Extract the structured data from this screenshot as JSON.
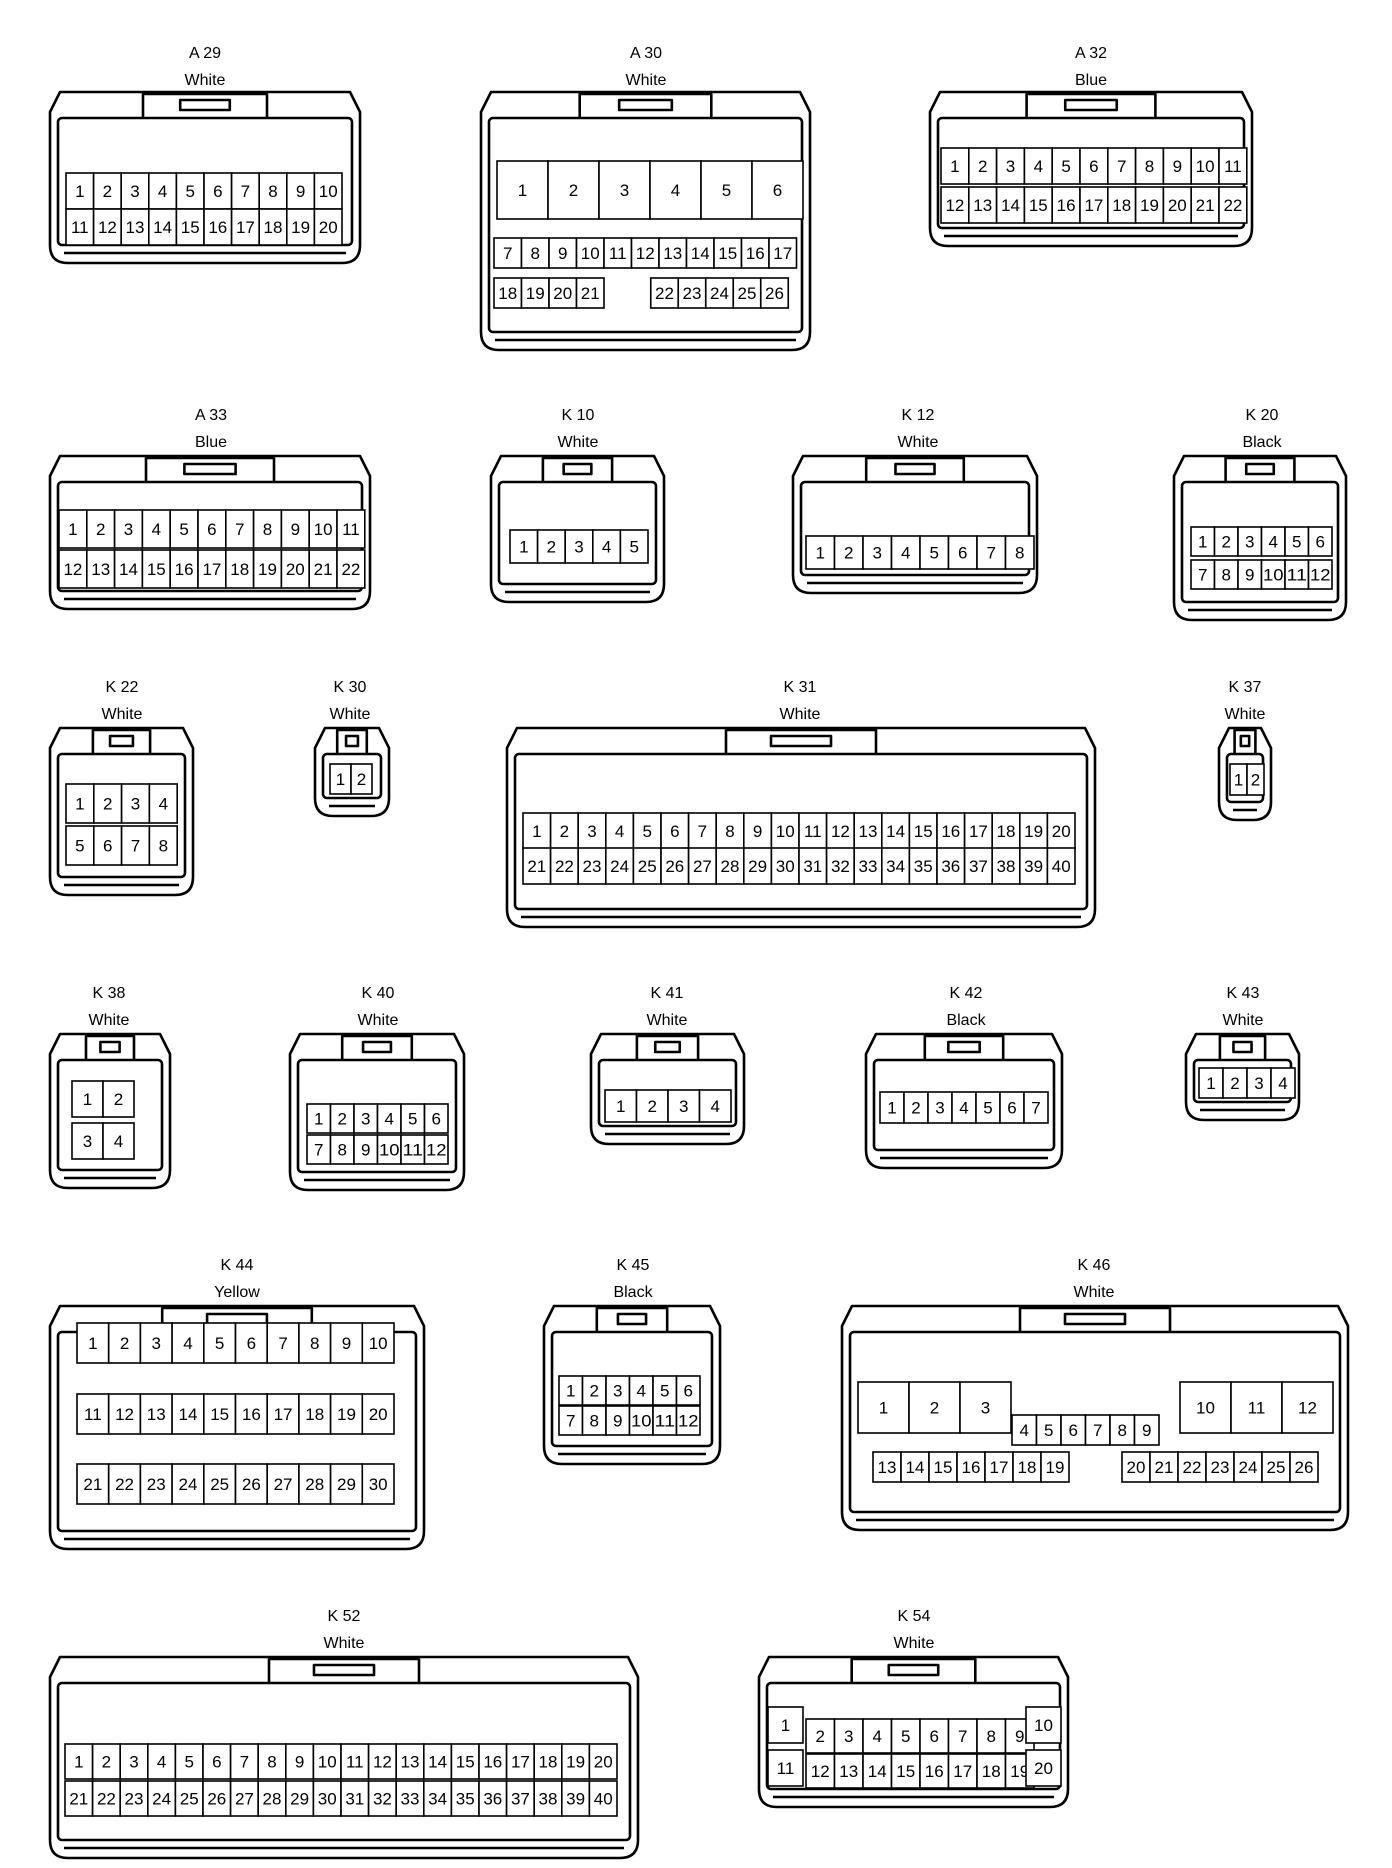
{
  "connectors": [
    {
      "id": "A 29",
      "color": "White",
      "pin_rows": [
        [
          1,
          2,
          3,
          4,
          5,
          6,
          7,
          8,
          9,
          10
        ],
        [
          11,
          12,
          13,
          14,
          15,
          16,
          17,
          18,
          19,
          20
        ]
      ]
    },
    {
      "id": "A 30",
      "color": "White",
      "pin_rows": [
        [
          1,
          2,
          3,
          4,
          5,
          6
        ],
        [
          7,
          8,
          9,
          10,
          11,
          12,
          13,
          14,
          15,
          16,
          17
        ],
        [
          18,
          19,
          20,
          21,
          22,
          23,
          24,
          25,
          26
        ]
      ]
    },
    {
      "id": "A 32",
      "color": "Blue",
      "pin_rows": [
        [
          1,
          2,
          3,
          4,
          5,
          6,
          7,
          8,
          9,
          10,
          11
        ],
        [
          12,
          13,
          14,
          15,
          16,
          17,
          18,
          19,
          20,
          21,
          22
        ]
      ]
    },
    {
      "id": "A 33",
      "color": "Blue",
      "pin_rows": [
        [
          1,
          2,
          3,
          4,
          5,
          6,
          7,
          8,
          9,
          10,
          11
        ],
        [
          12,
          13,
          14,
          15,
          16,
          17,
          18,
          19,
          20,
          21,
          22
        ]
      ]
    },
    {
      "id": "K 10",
      "color": "White",
      "pin_rows": [
        [
          1,
          2,
          3,
          4,
          5
        ]
      ]
    },
    {
      "id": "K 12",
      "color": "White",
      "pin_rows": [
        [
          1,
          2,
          3,
          4,
          5,
          6,
          7,
          8
        ]
      ]
    },
    {
      "id": "K 20",
      "color": "Black",
      "pin_rows": [
        [
          1,
          2,
          3,
          4,
          5,
          6
        ],
        [
          7,
          8,
          9,
          10,
          11,
          12
        ]
      ]
    },
    {
      "id": "K 22",
      "color": "White",
      "pin_rows": [
        [
          1,
          2,
          3,
          4
        ],
        [
          5,
          6,
          7,
          8
        ]
      ]
    },
    {
      "id": "K 30",
      "color": "White",
      "pin_rows": [
        [
          1,
          2
        ]
      ]
    },
    {
      "id": "K 31",
      "color": "White",
      "pin_rows": [
        [
          1,
          2,
          3,
          4,
          5,
          6,
          7,
          8,
          9,
          10,
          11,
          12,
          13,
          14,
          15,
          16,
          17,
          18,
          19,
          20
        ],
        [
          21,
          22,
          23,
          24,
          25,
          26,
          27,
          28,
          29,
          30,
          31,
          32,
          33,
          34,
          35,
          36,
          37,
          38,
          39,
          40
        ]
      ]
    },
    {
      "id": "K 37",
      "color": "White",
      "pin_rows": [
        [
          1,
          2
        ]
      ]
    },
    {
      "id": "K 38",
      "color": "White",
      "pin_rows": [
        [
          1,
          2
        ],
        [
          3,
          4
        ]
      ]
    },
    {
      "id": "K 40",
      "color": "White",
      "pin_rows": [
        [
          1,
          2,
          3,
          4,
          5,
          6
        ],
        [
          7,
          8,
          9,
          10,
          11,
          12
        ]
      ]
    },
    {
      "id": "K 41",
      "color": "White",
      "pin_rows": [
        [
          1,
          2,
          3,
          4
        ]
      ]
    },
    {
      "id": "K 42",
      "color": "Black",
      "pin_rows": [
        [
          1,
          2,
          3,
          4,
          5,
          6,
          7
        ]
      ]
    },
    {
      "id": "K 43",
      "color": "White",
      "pin_rows": [
        [
          1,
          2,
          3,
          4
        ]
      ]
    },
    {
      "id": "K 44",
      "color": "Yellow",
      "pin_rows": [
        [
          1,
          2,
          3,
          4,
          5,
          6,
          7,
          8,
          9,
          10
        ],
        [
          11,
          12,
          13,
          14,
          15,
          16,
          17,
          18,
          19,
          20
        ],
        [
          21,
          22,
          23,
          24,
          25,
          26,
          27,
          28,
          29,
          30
        ]
      ]
    },
    {
      "id": "K 45",
      "color": "Black",
      "pin_rows": [
        [
          1,
          2,
          3,
          4,
          5,
          6
        ],
        [
          7,
          8,
          9,
          10,
          11,
          12
        ]
      ]
    },
    {
      "id": "K 46",
      "color": "White",
      "pin_rows": [
        [
          1,
          2,
          3
        ],
        [
          4,
          5,
          6,
          7,
          8,
          9
        ],
        [
          10,
          11,
          12
        ],
        [
          13,
          14,
          15,
          16,
          17,
          18,
          19
        ],
        [
          20,
          21,
          22,
          23,
          24,
          25,
          26
        ]
      ]
    },
    {
      "id": "K 52",
      "color": "White",
      "pin_rows": [
        [
          1,
          2,
          3,
          4,
          5,
          6,
          7,
          8,
          9,
          10,
          11,
          12,
          13,
          14,
          15,
          16,
          17,
          18,
          19,
          20
        ],
        [
          21,
          22,
          23,
          24,
          25,
          26,
          27,
          28,
          29,
          30,
          31,
          32,
          33,
          34,
          35,
          36,
          37,
          38,
          39,
          40
        ]
      ]
    },
    {
      "id": "K 54",
      "color": "White",
      "pin_rows": [
        [
          1
        ],
        [
          2,
          3,
          4,
          5,
          6,
          7,
          8,
          9
        ],
        [
          10
        ],
        [
          11
        ],
        [
          12,
          13,
          14,
          15,
          16,
          17,
          18,
          19
        ],
        [
          20
        ]
      ]
    }
  ]
}
